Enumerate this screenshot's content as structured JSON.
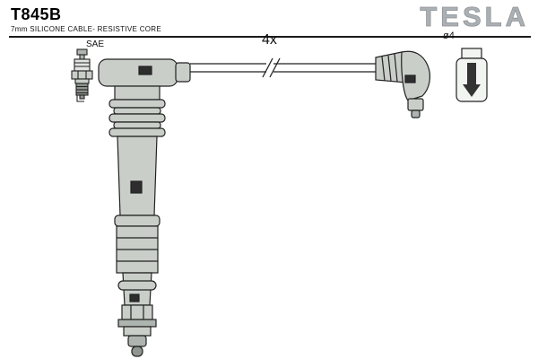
{
  "header": {
    "part_number": "T845B",
    "subtitle": "7mm SILICONE CABLE- RESISTIVE CORE",
    "brand": "TESLA"
  },
  "diagram": {
    "quantity_label": "4x",
    "sae_label": "SAE",
    "diameter_label": "ø4",
    "illustrations": [
      "spark-plug",
      "coil-boot",
      "ignition-cable-with-break",
      "plug-boot",
      "terminal-sleeve"
    ]
  },
  "colors": {
    "background": "#ffffff",
    "outline": "#222222",
    "part_fill": "#c9cec9",
    "part_fill_dark": "#8f968f",
    "detail_dark": "#2e2e2e",
    "brand_gray": "#abb0b4",
    "rule": "#1a1a1a"
  }
}
